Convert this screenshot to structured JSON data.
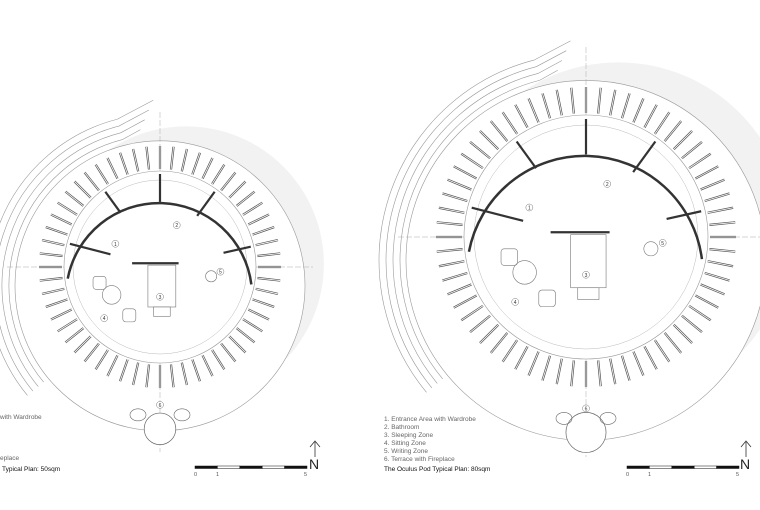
{
  "plans": [
    {
      "title": "Typical Plan: 50sqm",
      "legend": [
        "with Wardrobe",
        "eplace"
      ],
      "zone_numbers": [
        "1",
        "2",
        "3",
        "4",
        "5",
        "6"
      ],
      "scale_labels": [
        "0",
        "1",
        "5"
      ],
      "north_label": "N"
    },
    {
      "title": "The Oculus Pod Typical Plan: 80sqm",
      "legend": [
        "1. Entrance Area with Wardrobe",
        "2. Bathroom",
        "3. Sleeping Zone",
        "4. Sitting Zone",
        "5. Writing Zone",
        "6. Terrace with Fireplace"
      ],
      "zone_numbers": [
        "1",
        "2",
        "3",
        "4",
        "5",
        "6"
      ],
      "scale_labels": [
        "0",
        "1",
        "5"
      ],
      "north_label": "N"
    }
  ],
  "colors": {
    "wall": "#333333",
    "line": "#888888",
    "shadow": "#e6e6e6"
  }
}
